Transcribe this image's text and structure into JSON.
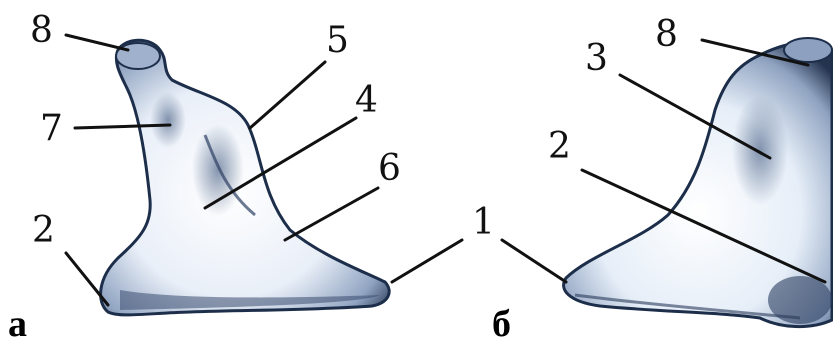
{
  "panels": {
    "left": {
      "label": "а",
      "callouts": {
        "c8": "8",
        "c7": "7",
        "c5": "5",
        "c4": "4",
        "c6": "6",
        "c2": "2"
      }
    },
    "right": {
      "label": "б",
      "callouts": {
        "c3": "3",
        "c8": "8",
        "c2": "2"
      }
    },
    "shared_callout": "1"
  },
  "colors": {
    "bone_dark": "#1d2e4a",
    "bone_mid": "#7f93b2",
    "bone_light": "#eef3fa",
    "ink": "#111111"
  }
}
